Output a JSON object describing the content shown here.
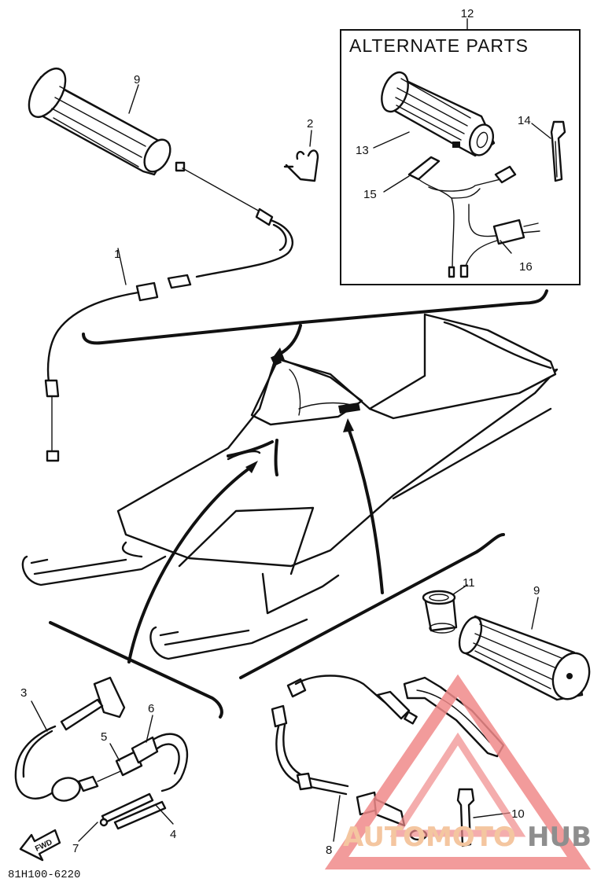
{
  "box": {
    "title": "ALTERNATE PARTS",
    "number": "12"
  },
  "callouts": {
    "c1": "1",
    "c2": "2",
    "c3": "3",
    "c4": "4",
    "c5": "5",
    "c6": "6",
    "c7": "7",
    "c8": "8",
    "c9a": "9",
    "c9b": "9",
    "c10": "10",
    "c11": "11",
    "c13": "13",
    "c14": "14",
    "c15": "15",
    "c16": "16"
  },
  "fwd_label": "FWD",
  "drawing_code": "81H100-6220",
  "watermark": {
    "part1": "AUTOMOTO",
    "part2": "HUB",
    "color_triangle": "#f08a8a",
    "color_text": "#f4c6a0",
    "color_hub": "#8e8e8e"
  }
}
